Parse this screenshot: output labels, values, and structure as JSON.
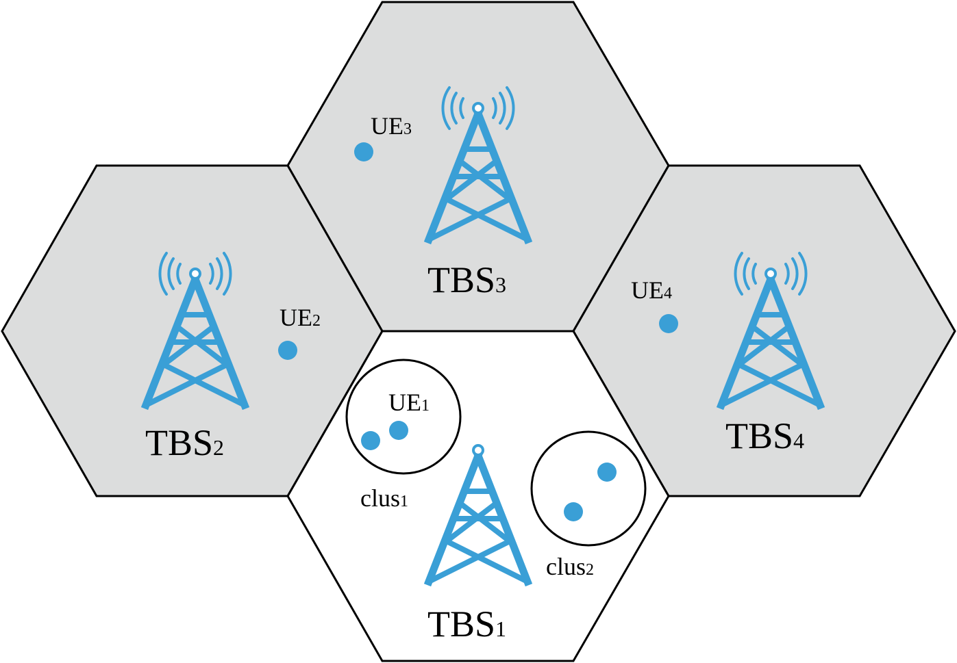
{
  "cells": {
    "tbs1": {
      "label": "TBS",
      "sub": "1"
    },
    "tbs2": {
      "label": "TBS",
      "sub": "2"
    },
    "tbs3": {
      "label": "TBS",
      "sub": "3"
    },
    "tbs4": {
      "label": "TBS",
      "sub": "4"
    }
  },
  "users": {
    "ue1": {
      "label": "UE",
      "sub": "1"
    },
    "ue2": {
      "label": "UE",
      "sub": "2"
    },
    "ue3": {
      "label": "UE",
      "sub": "3"
    },
    "ue4": {
      "label": "UE",
      "sub": "4"
    }
  },
  "clusters": {
    "clus1": {
      "label": "clus",
      "sub": "1"
    },
    "clus2": {
      "label": "clus",
      "sub": "2"
    }
  },
  "colors": {
    "tower": "#3a9fd6",
    "shaded_cell": "#dcdddd",
    "outline": "#000000"
  }
}
